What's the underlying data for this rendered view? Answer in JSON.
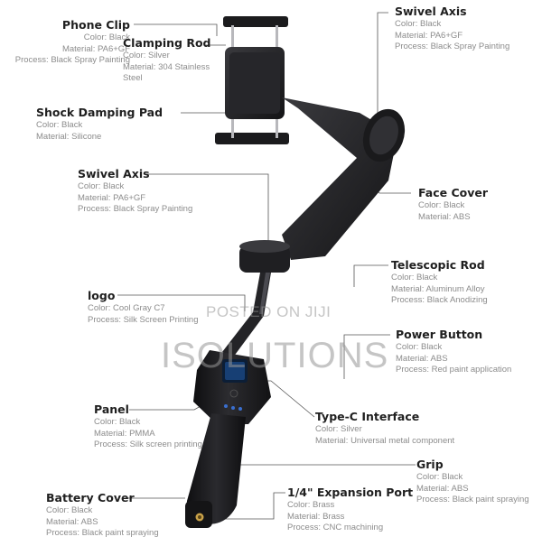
{
  "colors": {
    "title": "#1f1f1f",
    "spec": "#8c8c8c",
    "leader": "#555555",
    "body": "#1e1e20"
  },
  "watermark": {
    "top": "POSTED ON JIJI",
    "main": "ISOLUTIONS"
  },
  "callouts": [
    {
      "id": "phone-clip",
      "title": "Phone Clip",
      "lines": [
        "Color: Black",
        "Material: PA6+GF",
        "Process: Black Spray Painting"
      ]
    },
    {
      "id": "clamping-rod",
      "title": "Clamping Rod",
      "lines": [
        "Color: Silver",
        "Material: 304 Stainless",
        "Steel"
      ]
    },
    {
      "id": "swivel-axis-top",
      "title": "Swivel Axis",
      "lines": [
        "Color: Black",
        "Material: PA6+GF",
        "Process: Black Spray Painting"
      ]
    },
    {
      "id": "shock-damping-pad",
      "title": "Shock Damping Pad",
      "lines": [
        "Color: Black",
        "Material: Silicone"
      ]
    },
    {
      "id": "swivel-axis-mid",
      "title": "Swivel Axis",
      "lines": [
        "Color: Black",
        "Material: PA6+GF",
        "Process: Black Spray Painting"
      ]
    },
    {
      "id": "face-cover",
      "title": "Face Cover",
      "lines": [
        "Color: Black",
        "Material: ABS"
      ]
    },
    {
      "id": "telescopic-rod",
      "title": "Telescopic Rod",
      "lines": [
        "Color: Black",
        "Material: Aluminum Alloy",
        "Process: Black Anodizing"
      ]
    },
    {
      "id": "logo",
      "title": "logo",
      "lines": [
        "Color: Cool Gray C7",
        "Process: Silk Screen Printing"
      ]
    },
    {
      "id": "power-button",
      "title": "Power Button",
      "lines": [
        "Color: Black",
        "Material: ABS",
        "Process: Red paint application"
      ]
    },
    {
      "id": "panel",
      "title": "Panel",
      "lines": [
        "Color: Black",
        "Material: PMMA",
        "Process: Silk screen printing"
      ]
    },
    {
      "id": "type-c-interface",
      "title": "Type-C Interface",
      "lines": [
        "Color: Silver",
        "Material: Universal metal component"
      ]
    },
    {
      "id": "grip",
      "title": "Grip",
      "lines": [
        "Color: Black",
        "Material: ABS",
        "Process: Black paint spraying"
      ]
    },
    {
      "id": "battery-cover",
      "title": "Battery Cover",
      "lines": [
        "Color: Black",
        "Material: ABS",
        "Process: Black paint spraying"
      ]
    },
    {
      "id": "expansion-port",
      "title": "1/4\" Expansion Port",
      "lines": [
        "Color: Brass",
        "Material: Brass",
        "Process: CNC machining"
      ]
    }
  ]
}
